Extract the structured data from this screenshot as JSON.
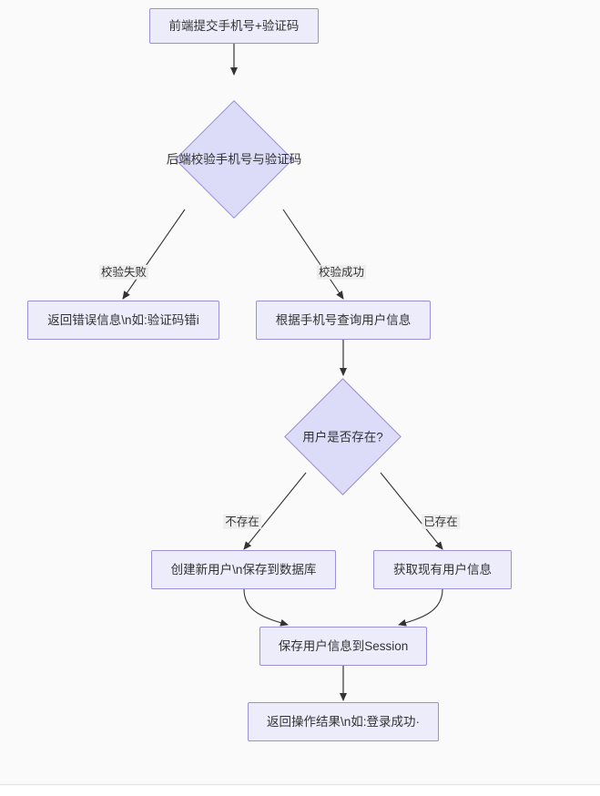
{
  "diagram": {
    "type": "flowchart",
    "direction": "top-down",
    "background_color": "#fafafa",
    "node_fill": "#ececfb",
    "decision_fill": "#dcdcf8",
    "node_border": "#9a8fd8",
    "edge_color": "#333333",
    "text_color": "#333333",
    "nodes": [
      {
        "id": "n1",
        "shape": "rect",
        "label": "前端提交手机号+验证码"
      },
      {
        "id": "n2",
        "shape": "diamond",
        "label": "后端校验手机号与验证码"
      },
      {
        "id": "n3",
        "shape": "rect",
        "label": "返回错误信息\\n如:验证码错i"
      },
      {
        "id": "n4",
        "shape": "rect",
        "label": "根据手机号查询用户信息"
      },
      {
        "id": "n5",
        "shape": "diamond",
        "label": "用户是否存在?"
      },
      {
        "id": "n6",
        "shape": "rect",
        "label": "创建新用户\\n保存到数据库"
      },
      {
        "id": "n7",
        "shape": "rect",
        "label": "获取现有用户信息"
      },
      {
        "id": "n8",
        "shape": "rect",
        "label": "保存用户信息到Session"
      },
      {
        "id": "n9",
        "shape": "rect",
        "label": "返回操作结果\\n如:登录成功·"
      }
    ],
    "edges": [
      {
        "from": "n1",
        "to": "n2",
        "label": ""
      },
      {
        "from": "n2",
        "to": "n3",
        "label": "校验失败"
      },
      {
        "from": "n2",
        "to": "n4",
        "label": "校验成功"
      },
      {
        "from": "n4",
        "to": "n5",
        "label": ""
      },
      {
        "from": "n5",
        "to": "n6",
        "label": "不存在"
      },
      {
        "from": "n5",
        "to": "n7",
        "label": "已存在"
      },
      {
        "from": "n6",
        "to": "n8",
        "label": ""
      },
      {
        "from": "n7",
        "to": "n8",
        "label": ""
      },
      {
        "from": "n8",
        "to": "n9",
        "label": ""
      }
    ]
  }
}
